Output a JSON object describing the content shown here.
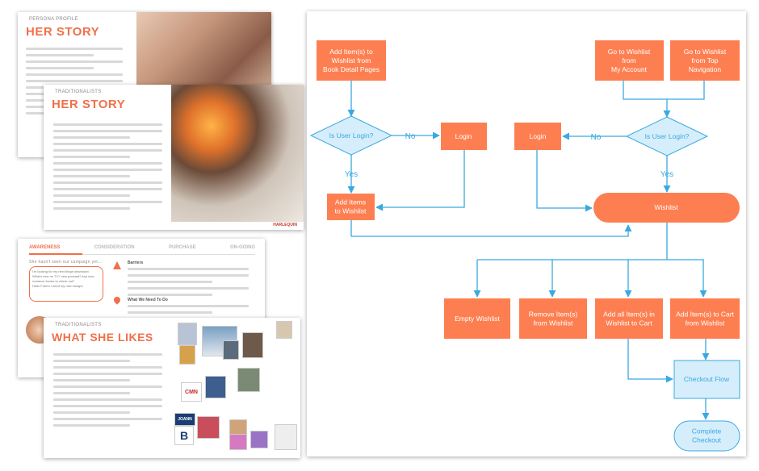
{
  "slides": {
    "slide1": {
      "kicker": "PERSONA PROFILE",
      "title": "HER STORY"
    },
    "slide2": {
      "kicker": "TRADITIONALISTS",
      "title": "HER STORY",
      "logo": "HARLEQUIN"
    },
    "slide3": {
      "tabs": [
        "AWARENESS",
        "CONSIDERATION",
        "PURCHASE",
        "ON-GOING"
      ],
      "quote_intro": "She hasn't seen our campaign yet...",
      "quote_lines": [
        "I'm looking for my next binge obsession",
        "What's new on TV? new podcast? Any new romance books to check out?",
        "Hello Friend I need my new escape"
      ],
      "section_barriers": "Barriers",
      "section_todo": "What We Need To Do"
    },
    "slide4": {
      "kicker": "TRADITIONALISTS",
      "title": "WHAT SHE LIKES",
      "logos": [
        "CMN",
        "JOANN"
      ]
    }
  },
  "flowchart": {
    "nodes": {
      "add_book": "Add Item(s) to|Wishlist from|Book Detail Pages",
      "go_account": "Go to Wishlist|from|My Account",
      "go_topnav": "Go to Wishlist|from Top|Navigation",
      "decision_left": "Is User Login?",
      "login_left": "Login",
      "decision_right": "Is User Login?",
      "login_right": "Login",
      "add_items": "Add Items|to Wishlist",
      "wishlist": "Wishlist",
      "empty": "Empty Wishlist",
      "remove": "Remove Item(s)|from Wishlist",
      "add_all": "Add all Item(s) in|Wishlist to Cart",
      "add_cart": "Add Item(s) to Cart|from Wishlist",
      "checkout_flow": "Checkout Flow",
      "complete": "Complete|Checkout"
    },
    "edge_labels": {
      "no": "No",
      "yes": "Yes"
    },
    "colors": {
      "orange": "#fd7f51",
      "blue_line": "#3aa9e0",
      "light_blue_fill": "#d6eefb",
      "light_blue_stroke": "#3aa9e0",
      "white": "#ffffff"
    }
  }
}
